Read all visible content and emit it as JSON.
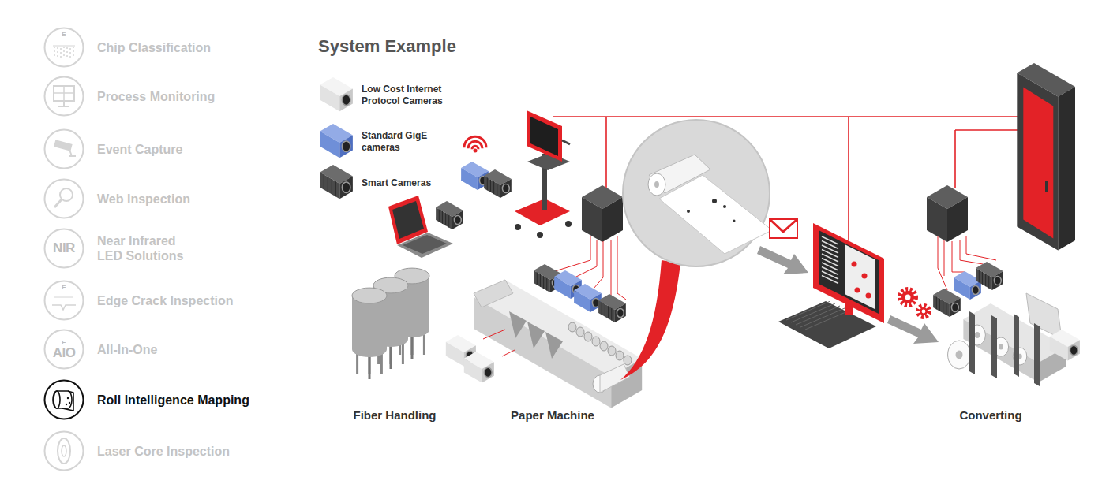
{
  "diagram": {
    "title": "System Example",
    "nodes": [
      {
        "text": [
          "E",
          "Chip Classification"
        ]
      },
      {
        "text": [
          "Process Monitoring"
        ]
      },
      {
        "text": [
          "Event Capture"
        ]
      },
      {
        "text": [
          "Web Inspection"
        ]
      },
      {
        "text": [
          "NIR",
          "Near Infrared LED Solutions"
        ]
      },
      {
        "text": [
          "E",
          "Edge Crack Inspection"
        ]
      },
      {
        "text": [
          "E",
          "AIO",
          "All-In-One"
        ]
      },
      {
        "text": [
          "Roll Intelligence Mapping"
        ]
      },
      {
        "text": [
          "Laser Core Inspection"
        ]
      }
    ],
    "labels": [
      "Fiber Handling",
      "Paper Machine",
      "Converting"
    ],
    "legend": [
      {
        "text": "Low Cost Internet Protocol Cameras"
      },
      {
        "text": "Standard GigE cameras"
      },
      {
        "text": "Smart Cameras"
      }
    ]
  }
}
